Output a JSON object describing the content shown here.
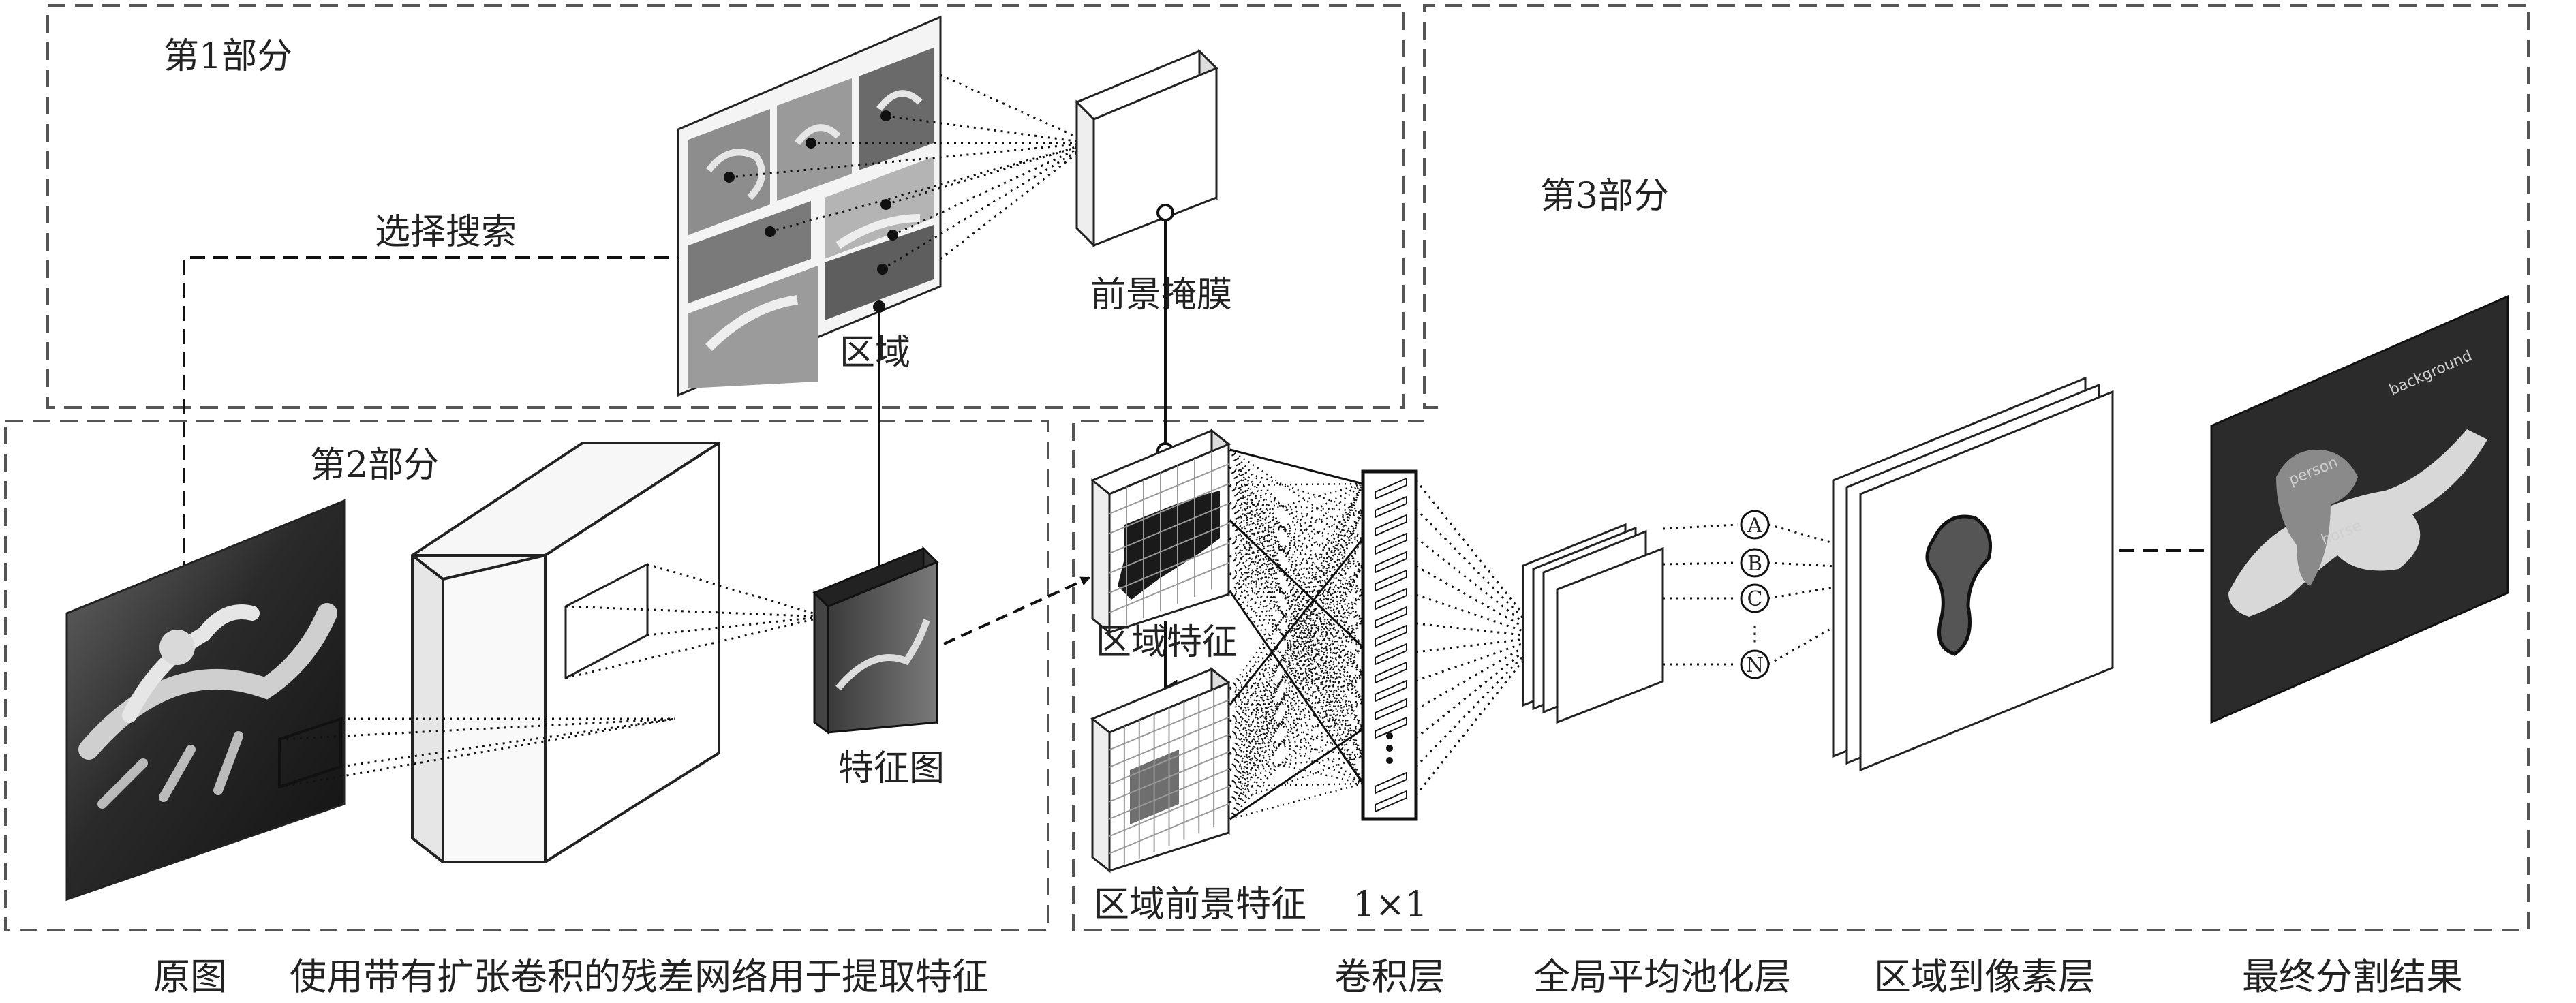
{
  "sections": {
    "part1": "第1部分",
    "part2": "第2部分",
    "part3": "第3部分"
  },
  "labels": {
    "selective_search": "选择搜索",
    "region": "区域",
    "foreground_mask": "前景掩膜",
    "feature_map": "特征图",
    "region_feature": "区域特征",
    "region_fg_feature": "区域前景特征",
    "conv_1x1": "1×1"
  },
  "class_nodes": [
    "A",
    "B",
    "C",
    "N"
  ],
  "class_dots": "⋮",
  "segmentation_classes": [
    "background",
    "person",
    "horse"
  ],
  "captions": {
    "original": "原图",
    "resnet": "使用带有扩张卷积的残差网络用于提取特征",
    "conv_layer": "卷积层",
    "gap_layer": "全局平均池化层",
    "region_to_pixel": "区域到像素层",
    "final_result": "最终分割结果"
  },
  "colors": {
    "line": "#111111",
    "dashed_box": "#555555",
    "mask_dark": "#1a1a1a",
    "fg_patch": "#6e6e6e",
    "result_bg": "#2b2b2b",
    "result_horse": "#d8d8d8",
    "result_person": "#8a8a8a"
  }
}
